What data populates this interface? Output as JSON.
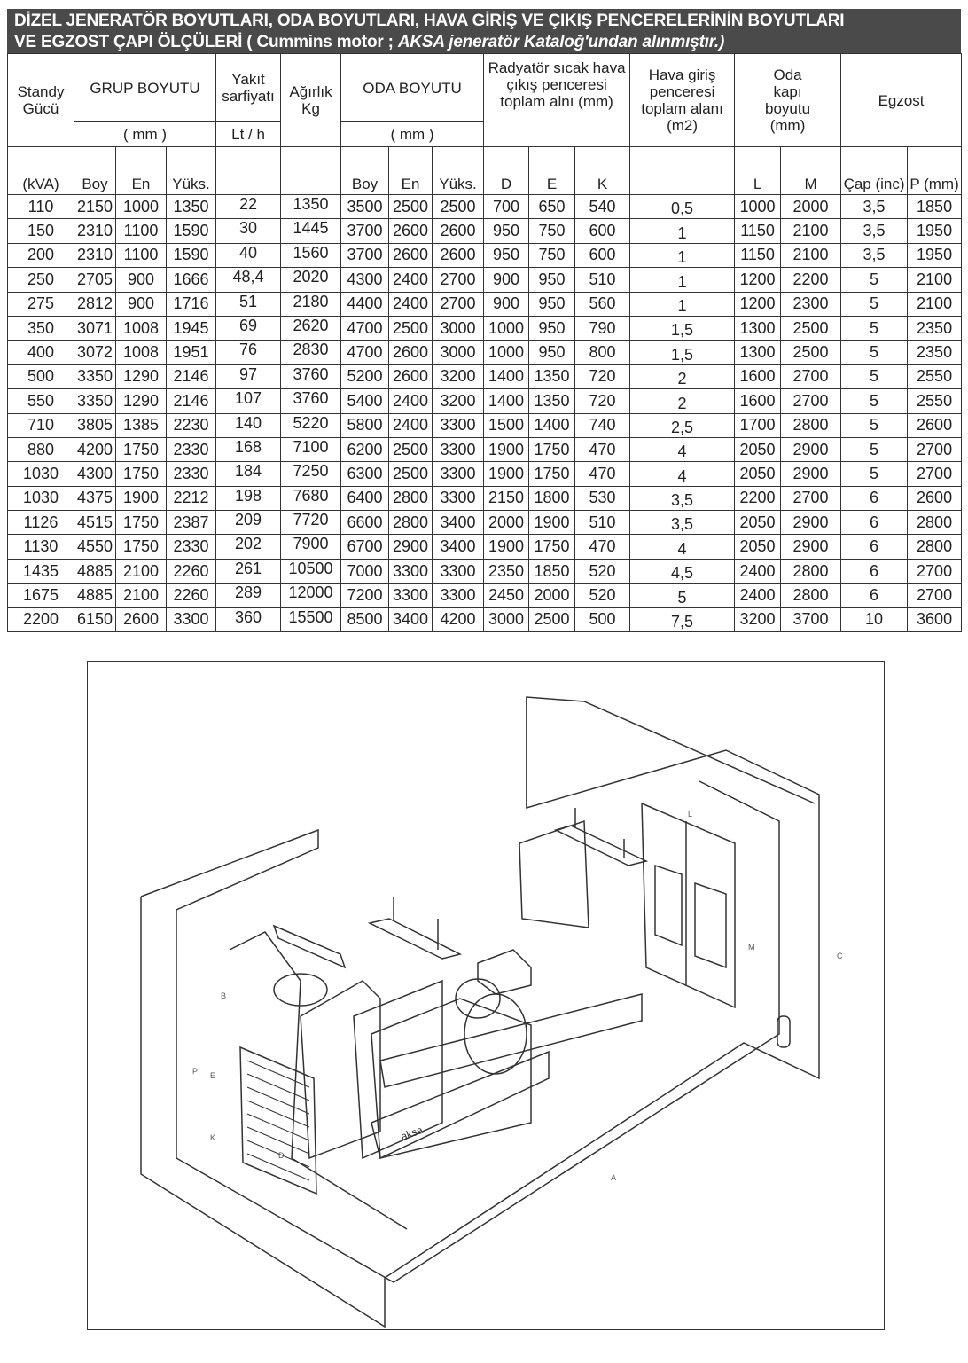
{
  "title": {
    "line1": "DİZEL JENERATÖR BOYUTLARI, ODA BOYUTLARI, HAVA GİRİŞ VE ÇIKIŞ PENCERELERİNİN BOYUTLARI",
    "line2_a": "VE EGZOST ÇAPI ÖLÇÜLERİ ( Cummins motor ;  ",
    "line2_b": "AKSA jeneratör Kataloğ'undan alınmıştır.)"
  },
  "headers": {
    "standby": "Standy Gücü",
    "grup": "GRUP BOYUTU",
    "grup_unit": "( mm )",
    "yakit": "Yakıt sarfiyatı",
    "yakit_unit": "Lt / h",
    "agirlik": "Ağırlık Kg",
    "oda": "ODA BOYUTU",
    "oda_unit": "( mm )",
    "radyator": "Radyatör sıcak hava çıkış penceresi toplam alnı (mm)",
    "hava": "Hava giriş penceresi toplam alanı (m2)",
    "kapi": "Oda kapı boyutu (mm)",
    "egzost": "Egzost",
    "sub": [
      "(kVA)",
      "Boy",
      "En",
      "Yüks.",
      "",
      "",
      "Boy",
      "En",
      "Yüks.",
      "D",
      "E",
      "K",
      "",
      "L",
      "M",
      "Çap (inc)",
      "P (mm)"
    ]
  },
  "rows": [
    [
      "110",
      "2150",
      "1000",
      "1350",
      "22",
      "1350",
      "3500",
      "2500",
      "2500",
      "700",
      "650",
      "540",
      "0,5",
      "1000",
      "2000",
      "3,5",
      "1850"
    ],
    [
      "150",
      "2310",
      "1100",
      "1590",
      "30",
      "1445",
      "3700",
      "2600",
      "2600",
      "950",
      "750",
      "600",
      "1",
      "1150",
      "2100",
      "3,5",
      "1950"
    ],
    [
      "200",
      "2310",
      "1100",
      "1590",
      "40",
      "1560",
      "3700",
      "2600",
      "2600",
      "950",
      "750",
      "600",
      "1",
      "1150",
      "2100",
      "3,5",
      "1950"
    ],
    [
      "250",
      "2705",
      "900",
      "1666",
      "48,4",
      "2020",
      "4300",
      "2400",
      "2700",
      "900",
      "950",
      "510",
      "1",
      "1200",
      "2200",
      "5",
      "2100"
    ],
    [
      "275",
      "2812",
      "900",
      "1716",
      "51",
      "2180",
      "4400",
      "2400",
      "2700",
      "900",
      "950",
      "560",
      "1",
      "1200",
      "2300",
      "5",
      "2100"
    ],
    [
      "350",
      "3071",
      "1008",
      "1945",
      "69",
      "2620",
      "4700",
      "2500",
      "3000",
      "1000",
      "950",
      "790",
      "1,5",
      "1300",
      "2500",
      "5",
      "2350"
    ],
    [
      "400",
      "3072",
      "1008",
      "1951",
      "76",
      "2830",
      "4700",
      "2600",
      "3000",
      "1000",
      "950",
      "800",
      "1,5",
      "1300",
      "2500",
      "5",
      "2350"
    ],
    [
      "500",
      "3350",
      "1290",
      "2146",
      "97",
      "3760",
      "5200",
      "2600",
      "3200",
      "1400",
      "1350",
      "720",
      "2",
      "1600",
      "2700",
      "5",
      "2550"
    ],
    [
      "550",
      "3350",
      "1290",
      "2146",
      "107",
      "3760",
      "5400",
      "2400",
      "3200",
      "1400",
      "1350",
      "720",
      "2",
      "1600",
      "2700",
      "5",
      "2550"
    ],
    [
      "710",
      "3805",
      "1385",
      "2230",
      "140",
      "5220",
      "5800",
      "2400",
      "3300",
      "1500",
      "1400",
      "740",
      "2,5",
      "1700",
      "2800",
      "5",
      "2600"
    ],
    [
      "880",
      "4200",
      "1750",
      "2330",
      "168",
      "7100",
      "6200",
      "2500",
      "3300",
      "1900",
      "1750",
      "470",
      "4",
      "2050",
      "2900",
      "5",
      "2700"
    ],
    [
      "1030",
      "4300",
      "1750",
      "2330",
      "184",
      "7250",
      "6300",
      "2500",
      "3300",
      "1900",
      "1750",
      "470",
      "4",
      "2050",
      "2900",
      "5",
      "2700"
    ],
    [
      "1030",
      "4375",
      "1900",
      "2212",
      "198",
      "7680",
      "6400",
      "2800",
      "3300",
      "2150",
      "1800",
      "530",
      "3,5",
      "2200",
      "2700",
      "6",
      "2600"
    ],
    [
      "1126",
      "4515",
      "1750",
      "2387",
      "209",
      "7720",
      "6600",
      "2800",
      "3400",
      "2000",
      "1900",
      "510",
      "3,5",
      "2050",
      "2900",
      "6",
      "2800"
    ],
    [
      "1130",
      "4550",
      "1750",
      "2330",
      "202",
      "7900",
      "6700",
      "2900",
      "3400",
      "1900",
      "1750",
      "470",
      "4",
      "2050",
      "2900",
      "6",
      "2800"
    ],
    [
      "1435",
      "4885",
      "2100",
      "2260",
      "261",
      "10500",
      "7000",
      "3300",
      "3300",
      "2350",
      "1850",
      "520",
      "4,5",
      "2400",
      "2800",
      "6",
      "2700"
    ],
    [
      "1675",
      "4885",
      "2100",
      "2260",
      "289",
      "12000",
      "7200",
      "3300",
      "3300",
      "2450",
      "2000",
      "520",
      "5",
      "2400",
      "2800",
      "6",
      "2700"
    ],
    [
      "2200",
      "6150",
      "2600",
      "3300",
      "360",
      "15500",
      "8500",
      "3400",
      "4200",
      "3000",
      "2500",
      "500",
      "7,5",
      "3200",
      "3700",
      "10",
      "3600"
    ]
  ],
  "drawing": {
    "brand": "aksa",
    "labels": [
      "A",
      "C",
      "D",
      "E",
      "K",
      "L",
      "M",
      "P",
      "B"
    ]
  }
}
